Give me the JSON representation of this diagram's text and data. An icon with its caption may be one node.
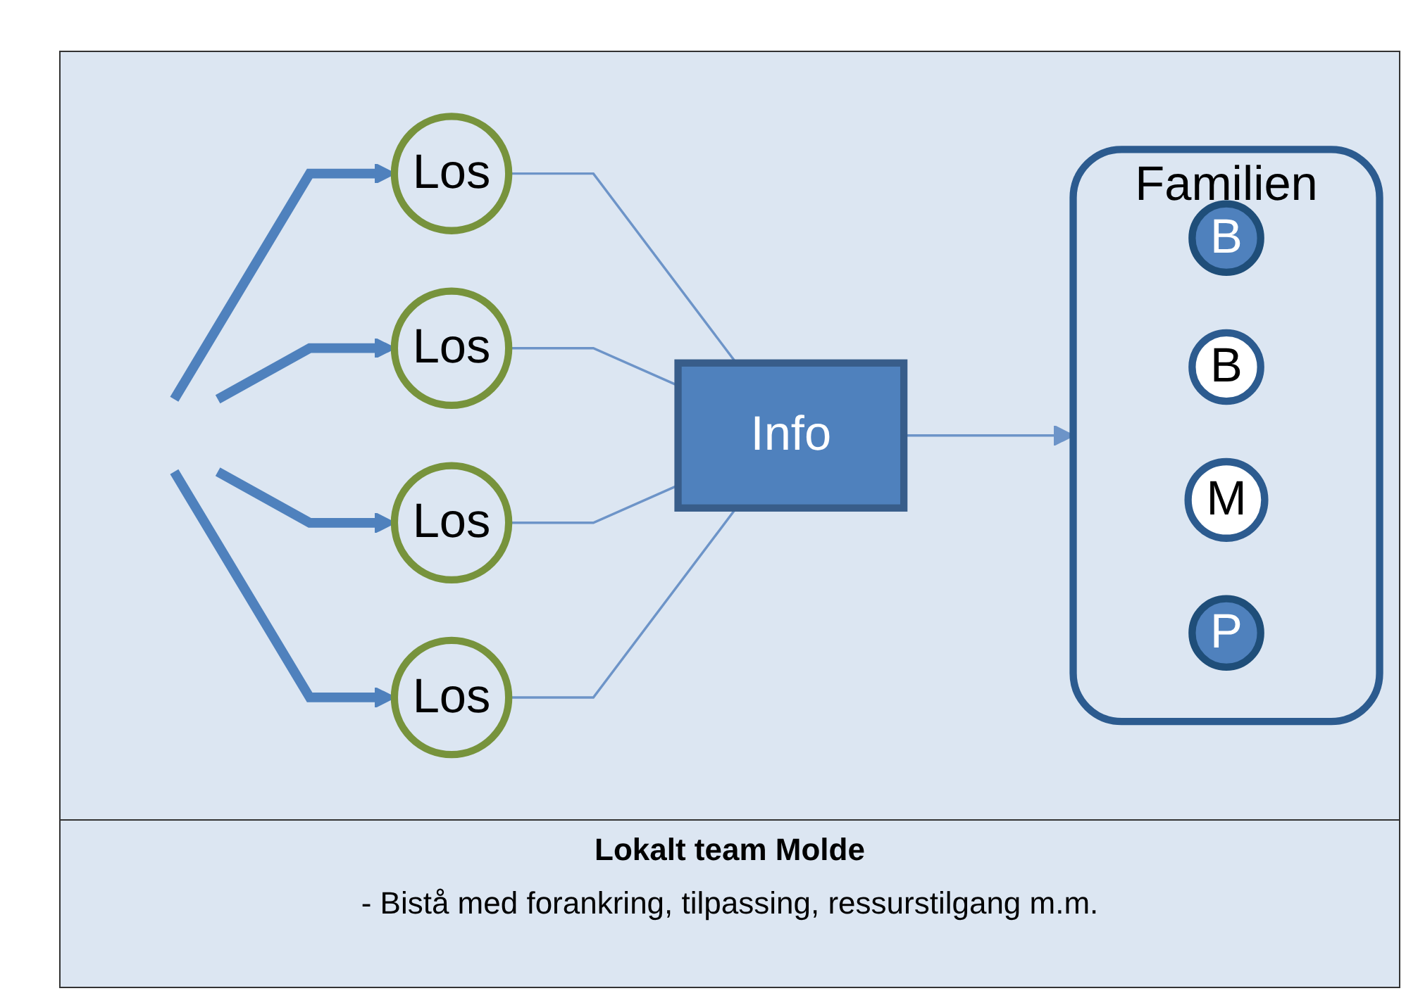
{
  "diagram": {
    "nodes": [
      {
        "text": [
          "Los"
        ]
      },
      {
        "text": [
          "Los"
        ]
      },
      {
        "text": [
          "Los"
        ]
      },
      {
        "text": [
          "Los"
        ]
      },
      {
        "text": [
          "Info"
        ]
      },
      {
        "text": [
          "Familien"
        ]
      },
      {
        "text": [
          "B"
        ],
        "in": 5
      },
      {
        "text": [
          "B"
        ],
        "in": 5
      },
      {
        "text": [
          "M"
        ],
        "in": 5
      },
      {
        "text": [
          "P"
        ],
        "in": 5
      }
    ],
    "edges": [
      {
        "from": null,
        "to": 0,
        "arrow": "to",
        "style": "thick"
      },
      {
        "from": null,
        "to": 1,
        "arrow": "to",
        "style": "thick"
      },
      {
        "from": null,
        "to": 2,
        "arrow": "to",
        "style": "thick"
      },
      {
        "from": null,
        "to": 3,
        "arrow": "to",
        "style": "thick"
      },
      {
        "from": 0,
        "to": 4,
        "arrow": "none"
      },
      {
        "from": 1,
        "to": 4,
        "arrow": "none"
      },
      {
        "from": 2,
        "to": 4,
        "arrow": "none"
      },
      {
        "from": 3,
        "to": 4,
        "arrow": "none"
      },
      {
        "from": 4,
        "to": 5,
        "arrow": "to"
      }
    ],
    "labels": [
      "Lokalt team Molde",
      "- Bistå med forankring, tilpassing, ressurstilgang m.m."
    ]
  }
}
